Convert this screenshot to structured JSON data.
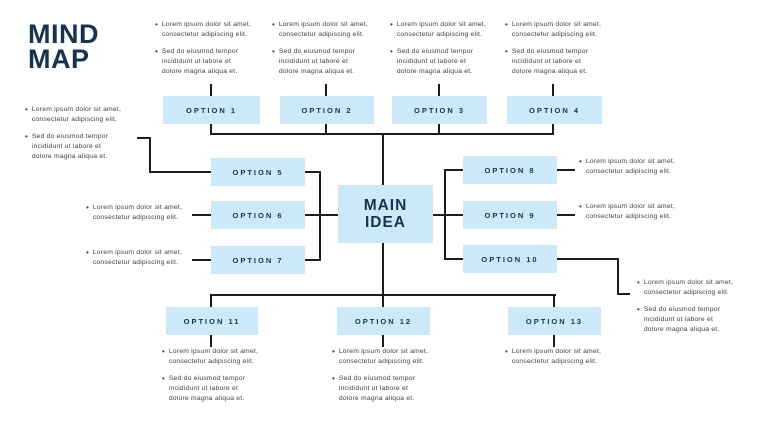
{
  "title": {
    "line1": "MIND",
    "line2": "MAP"
  },
  "main_idea": {
    "line1": "MAIN",
    "line2": "IDEA"
  },
  "options": {
    "opt1": "OPTION 1",
    "opt2": "OPTION 2",
    "opt3": "OPTION 3",
    "opt4": "OPTION 4",
    "opt5": "OPTION 5",
    "opt6": "OPTION 6",
    "opt7": "OPTION 7",
    "opt8": "OPTION 8",
    "opt9": "OPTION 9",
    "opt10": "OPTION 10",
    "opt11": "OPTION 11",
    "opt12": "OPTION 12",
    "opt13": "OPTION 13"
  },
  "bullets": {
    "marker": "•",
    "lorem": {
      "l1": "Lorem ipsum dolor sit amet,",
      "l2": "consectetur adipiscing elit."
    },
    "sed": {
      "l1": "Sed do eiusmod tempor",
      "l2": "incididunt ut labore et",
      "l3": "dolore magna aliqua et."
    }
  },
  "colors": {
    "node_fill": "#cde9f8",
    "navy_text": "#17334d",
    "body_text": "#414141",
    "connector": "#1c1c1c",
    "background": "#ffffff"
  }
}
